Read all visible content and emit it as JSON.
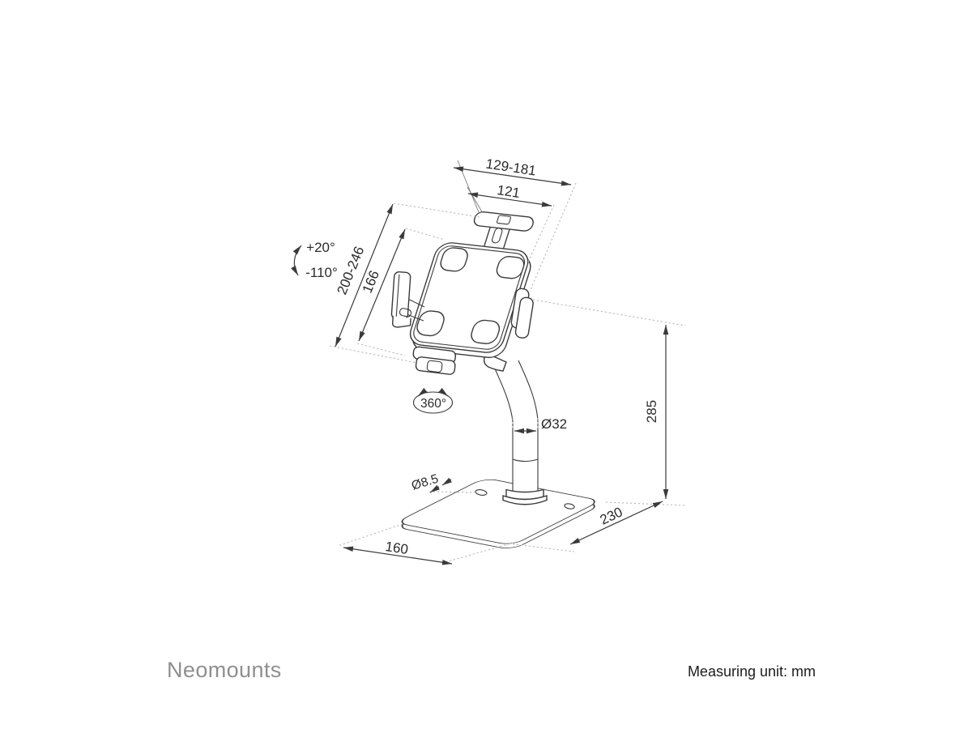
{
  "diagram": {
    "title_hint": "tablet desk stand technical drawing",
    "dim_width_range": "129-181",
    "dim_width_inner": "121",
    "dim_height_range": "200-246",
    "dim_height_inner": "166",
    "angle_tilt_up": "+20°",
    "angle_tilt_down": "-110°",
    "angle_swivel": "360°",
    "dim_pole_diameter": "Ø32",
    "dim_hole_diameter": "Ø8.5",
    "dim_total_height": "285",
    "dim_base_depth": "230",
    "dim_base_width": "160"
  },
  "footer": {
    "brand": "Neomounts",
    "measuring_note": "Measuring unit: mm"
  },
  "colors": {
    "background": "#ffffff",
    "drawing_line": "#3a3a3a",
    "dotted_line": "#b9b9b9",
    "label_text": "#2b2b2b",
    "brand_gray": "#8f8f8f",
    "note_text": "#1c1c1c"
  }
}
